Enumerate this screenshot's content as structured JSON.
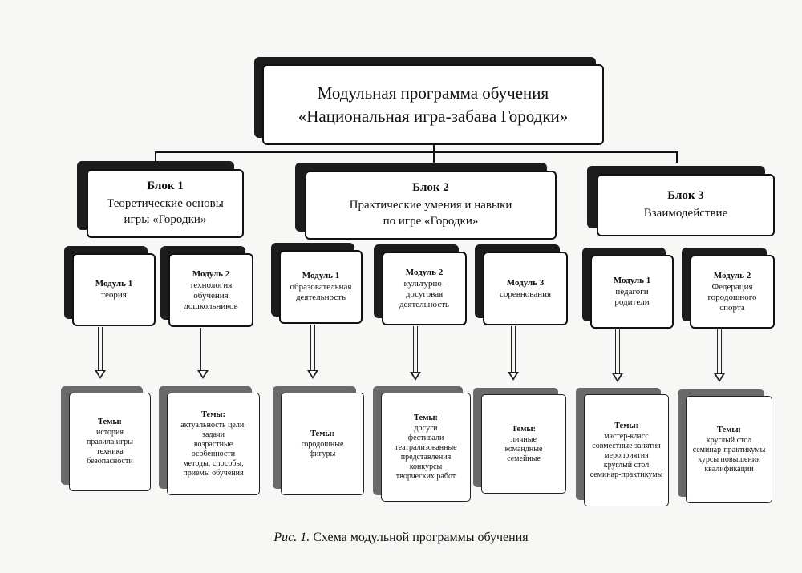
{
  "main": {
    "line1": "Модульная программа обучения",
    "line2": "«Национальная игра-забава Городки»"
  },
  "blocks": [
    {
      "name": "Блок 1",
      "text": [
        "Теоретические основы",
        "игры «Городки»"
      ]
    },
    {
      "name": "Блок 2",
      "text": [
        "Практические умения и навыки",
        "по игре «Городки»"
      ]
    },
    {
      "name": "Блок 3",
      "text": [
        "Взаимодействие"
      ]
    }
  ],
  "modules": [
    {
      "name": "Модуль 1",
      "text": [
        "теория"
      ]
    },
    {
      "name": "Модуль 2",
      "text": [
        "технология",
        "обучения",
        "дошкольников"
      ]
    },
    {
      "name": "Модуль 1",
      "text": [
        "образовательная",
        "деятельность"
      ]
    },
    {
      "name": "Модуль 2",
      "text": [
        "культурно-",
        "досуговая",
        "деятельность"
      ]
    },
    {
      "name": "Модуль 3",
      "text": [
        "соревнования"
      ]
    },
    {
      "name": "Модуль 1",
      "text": [
        "педагоги",
        "родители"
      ]
    },
    {
      "name": "Модуль 2",
      "text": [
        "Федерация",
        "городошного",
        "спорта"
      ]
    }
  ],
  "themes": [
    {
      "head": "Темы:",
      "items": [
        "история",
        "правила игры",
        "техника",
        "безопасности"
      ]
    },
    {
      "head": "Темы:",
      "items": [
        "актуальность цели,",
        "задачи",
        "возрастные",
        "особенности",
        "методы, способы,",
        "приемы обучения"
      ]
    },
    {
      "head": "Темы:",
      "items": [
        "городошные",
        "фигуры"
      ]
    },
    {
      "head": "Темы:",
      "items": [
        "досуги",
        "фестивали",
        "театрализованные",
        "представления",
        "конкурсы",
        "творческих работ"
      ]
    },
    {
      "head": "Темы:",
      "items": [
        "личные",
        "командные",
        "семейные"
      ]
    },
    {
      "head": "Темы:",
      "items": [
        "мастер-класс",
        "совместные занятия",
        "мероприятия",
        "круглый стол",
        "семинар-практикумы"
      ]
    },
    {
      "head": "Темы:",
      "items": [
        "круглый стол",
        "семинар-практикумы",
        "курсы повышения",
        "квалификации"
      ]
    }
  ],
  "caption": {
    "prefix": "Рис. 1.",
    "text": " Схема модульной программы обучения"
  }
}
